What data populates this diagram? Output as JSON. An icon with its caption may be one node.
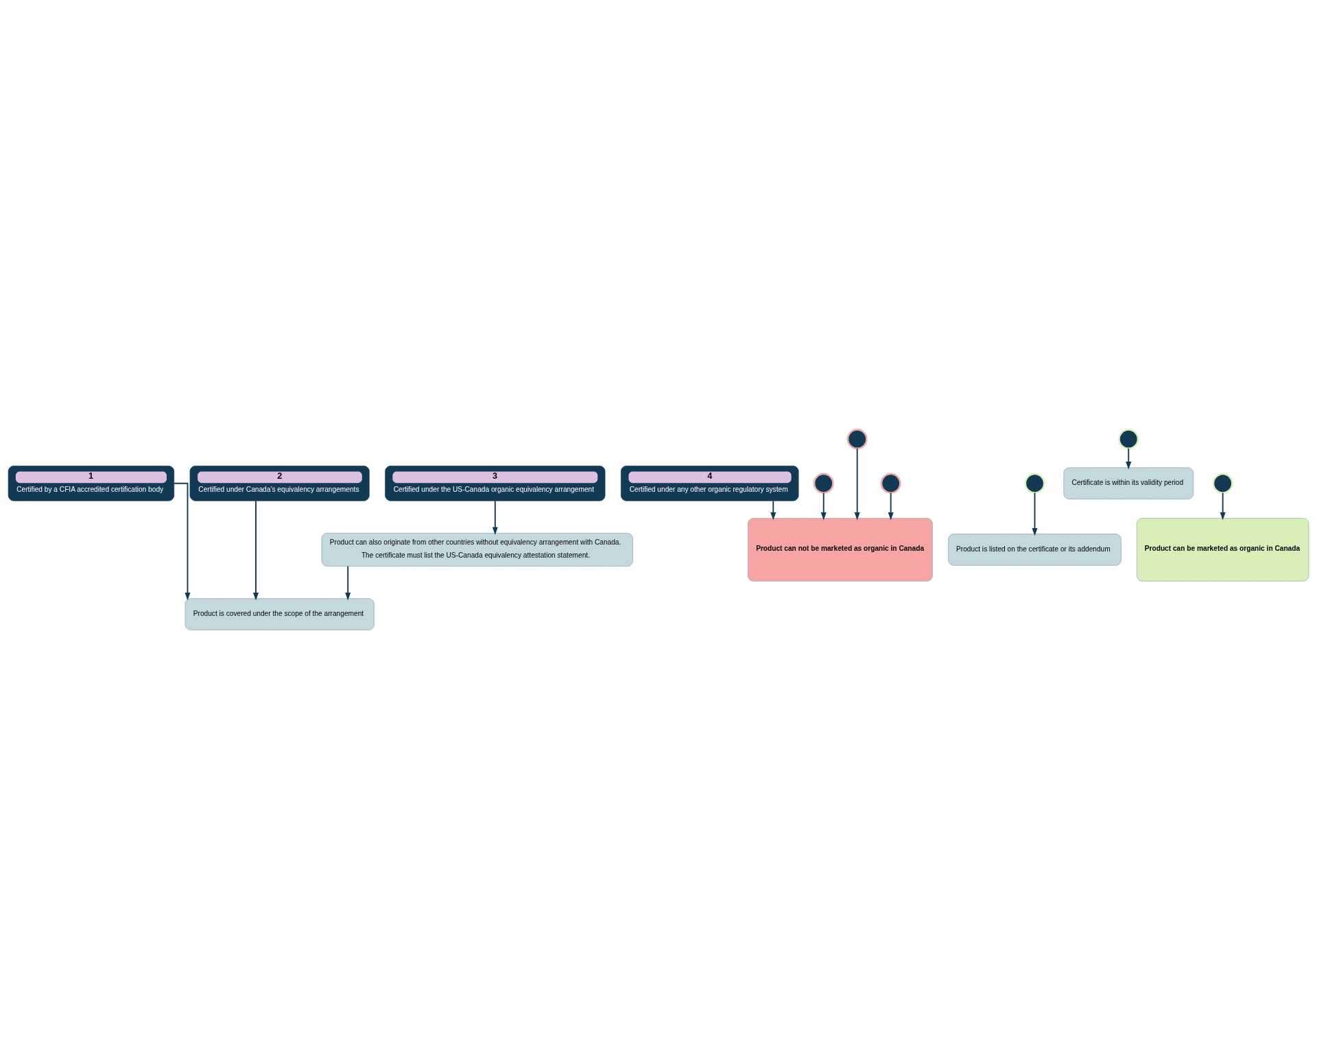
{
  "diagram": {
    "nodes": [
      {
        "text": [
          "1",
          "Certified by a CFIA accredited certification body"
        ]
      },
      {
        "text": [
          "2",
          "Certified under Canada’s equivalency arrangements"
        ]
      },
      {
        "text": [
          "3",
          "Certified under the US-Canada organic equivalency arrangement"
        ]
      },
      {
        "text": [
          "4",
          "Certified under any other organic regulatory system"
        ]
      },
      {
        "text": [
          "Product can also originate from other countries without equivalency arrangement with Canada.",
          "The certificate must list the US-Canada equivalency attestation statement."
        ]
      },
      {
        "text": [
          "Product is covered under the scope of the arrangement"
        ]
      },
      {
        "text": [],
        "shape": "circle"
      },
      {
        "text": [],
        "shape": "circle"
      },
      {
        "text": [
          "Product is listed on the certificate or its addendum"
        ]
      },
      {
        "text": [],
        "shape": "circle"
      },
      {
        "text": [],
        "shape": "circle"
      },
      {
        "text": [
          "Certificate is within its validity period"
        ]
      },
      {
        "text": [],
        "shape": "circle"
      },
      {
        "text": [],
        "shape": "circle"
      },
      {
        "text": [
          "Product can not be marketed as organic in Canada"
        ]
      },
      {
        "text": [
          "Product can be marketed as organic in Canada"
        ]
      }
    ],
    "edges": [
      {
        "from": 0,
        "to": 5,
        "arrow": "to"
      },
      {
        "from": 1,
        "to": 5,
        "arrow": "to"
      },
      {
        "from": 2,
        "to": 4,
        "arrow": "to"
      },
      {
        "from": 4,
        "to": 5,
        "arrow": "to"
      },
      {
        "from": 3,
        "to": 14,
        "arrow": "to"
      },
      {
        "from": 6,
        "to": 8,
        "arrow": "to"
      },
      {
        "from": 7,
        "to": 14,
        "arrow": "to"
      },
      {
        "from": 9,
        "to": 11,
        "arrow": "to"
      },
      {
        "from": 10,
        "to": 14,
        "arrow": "to"
      },
      {
        "from": 12,
        "to": 14,
        "arrow": "to"
      },
      {
        "from": 13,
        "to": 15,
        "arrow": "to"
      }
    ]
  }
}
